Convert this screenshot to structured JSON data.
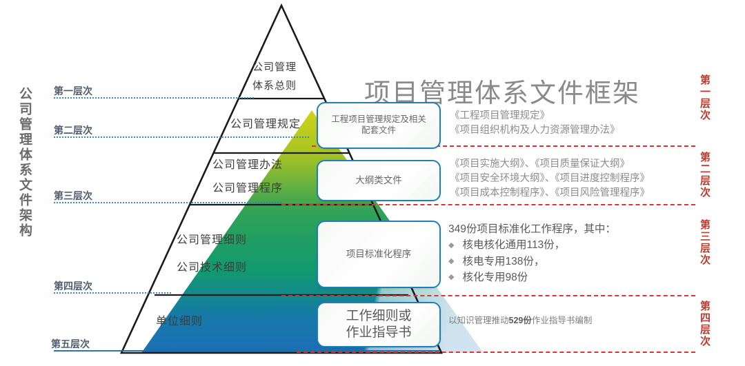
{
  "title": "项目管理体系文件框架",
  "left_axis_label": "公司管理体系文件架构",
  "left_tiers": [
    {
      "label": "第一层次"
    },
    {
      "label": "第二层次"
    },
    {
      "label": "第三层次"
    },
    {
      "label": "第四层次"
    },
    {
      "label": "第五层次"
    }
  ],
  "right_tiers": [
    {
      "label": "第一层次"
    },
    {
      "label": "第二层次"
    },
    {
      "label": "第三层次"
    },
    {
      "label": "第四层次"
    }
  ],
  "pyramid_levels": [
    {
      "line1": "公司管理体系总则",
      "line2": ""
    },
    {
      "line1": "公司管理规定",
      "line2": ""
    },
    {
      "line1": "公司管理办法",
      "line2": "公司管理程序"
    },
    {
      "line1": "公司管理细则",
      "line2": "公司技术细则"
    },
    {
      "line1": "单位细则",
      "line2": ""
    }
  ],
  "boxes": [
    {
      "line1": "工程项目管理规定及相关",
      "line2": "配套文件"
    },
    {
      "line1": "大纲类文件",
      "line2": ""
    },
    {
      "line1": "项目标准化程序",
      "line2": ""
    },
    {
      "line1": "工作细则或",
      "line2": "作业指导书"
    }
  ],
  "descriptions": {
    "level1": [
      "《工程项目管理规定》",
      "《项目组织机构及人力资源管理办法》"
    ],
    "level2": [
      "《项目实施大纲》、《项目质量保证大纲》",
      "《项目安全环境大纲》、《项目进度控制程序》",
      "《项目成本控制程序》、《项目风险管理程序》"
    ],
    "level3_head": "349份项目标准化工作程序，其中：",
    "level3_bullets": [
      "核电核化通用113份，",
      "核电专用138份，",
      "核化专用98份"
    ],
    "level4": {
      "pre": "以知识管理推动",
      "num": "529份",
      "post": "作业指导书编制"
    }
  },
  "colors": {
    "accent_red": "#e03030",
    "accent_blue": "#1e6fa8",
    "dotted_blue": "#2e86c1",
    "gradient_top": "#c8d11e",
    "gradient_mid": "#17a05a",
    "gradient_bottom": "#1b6fb5",
    "title_gray": "#8a8a8a"
  },
  "icons": {
    "bullet": "◆"
  }
}
